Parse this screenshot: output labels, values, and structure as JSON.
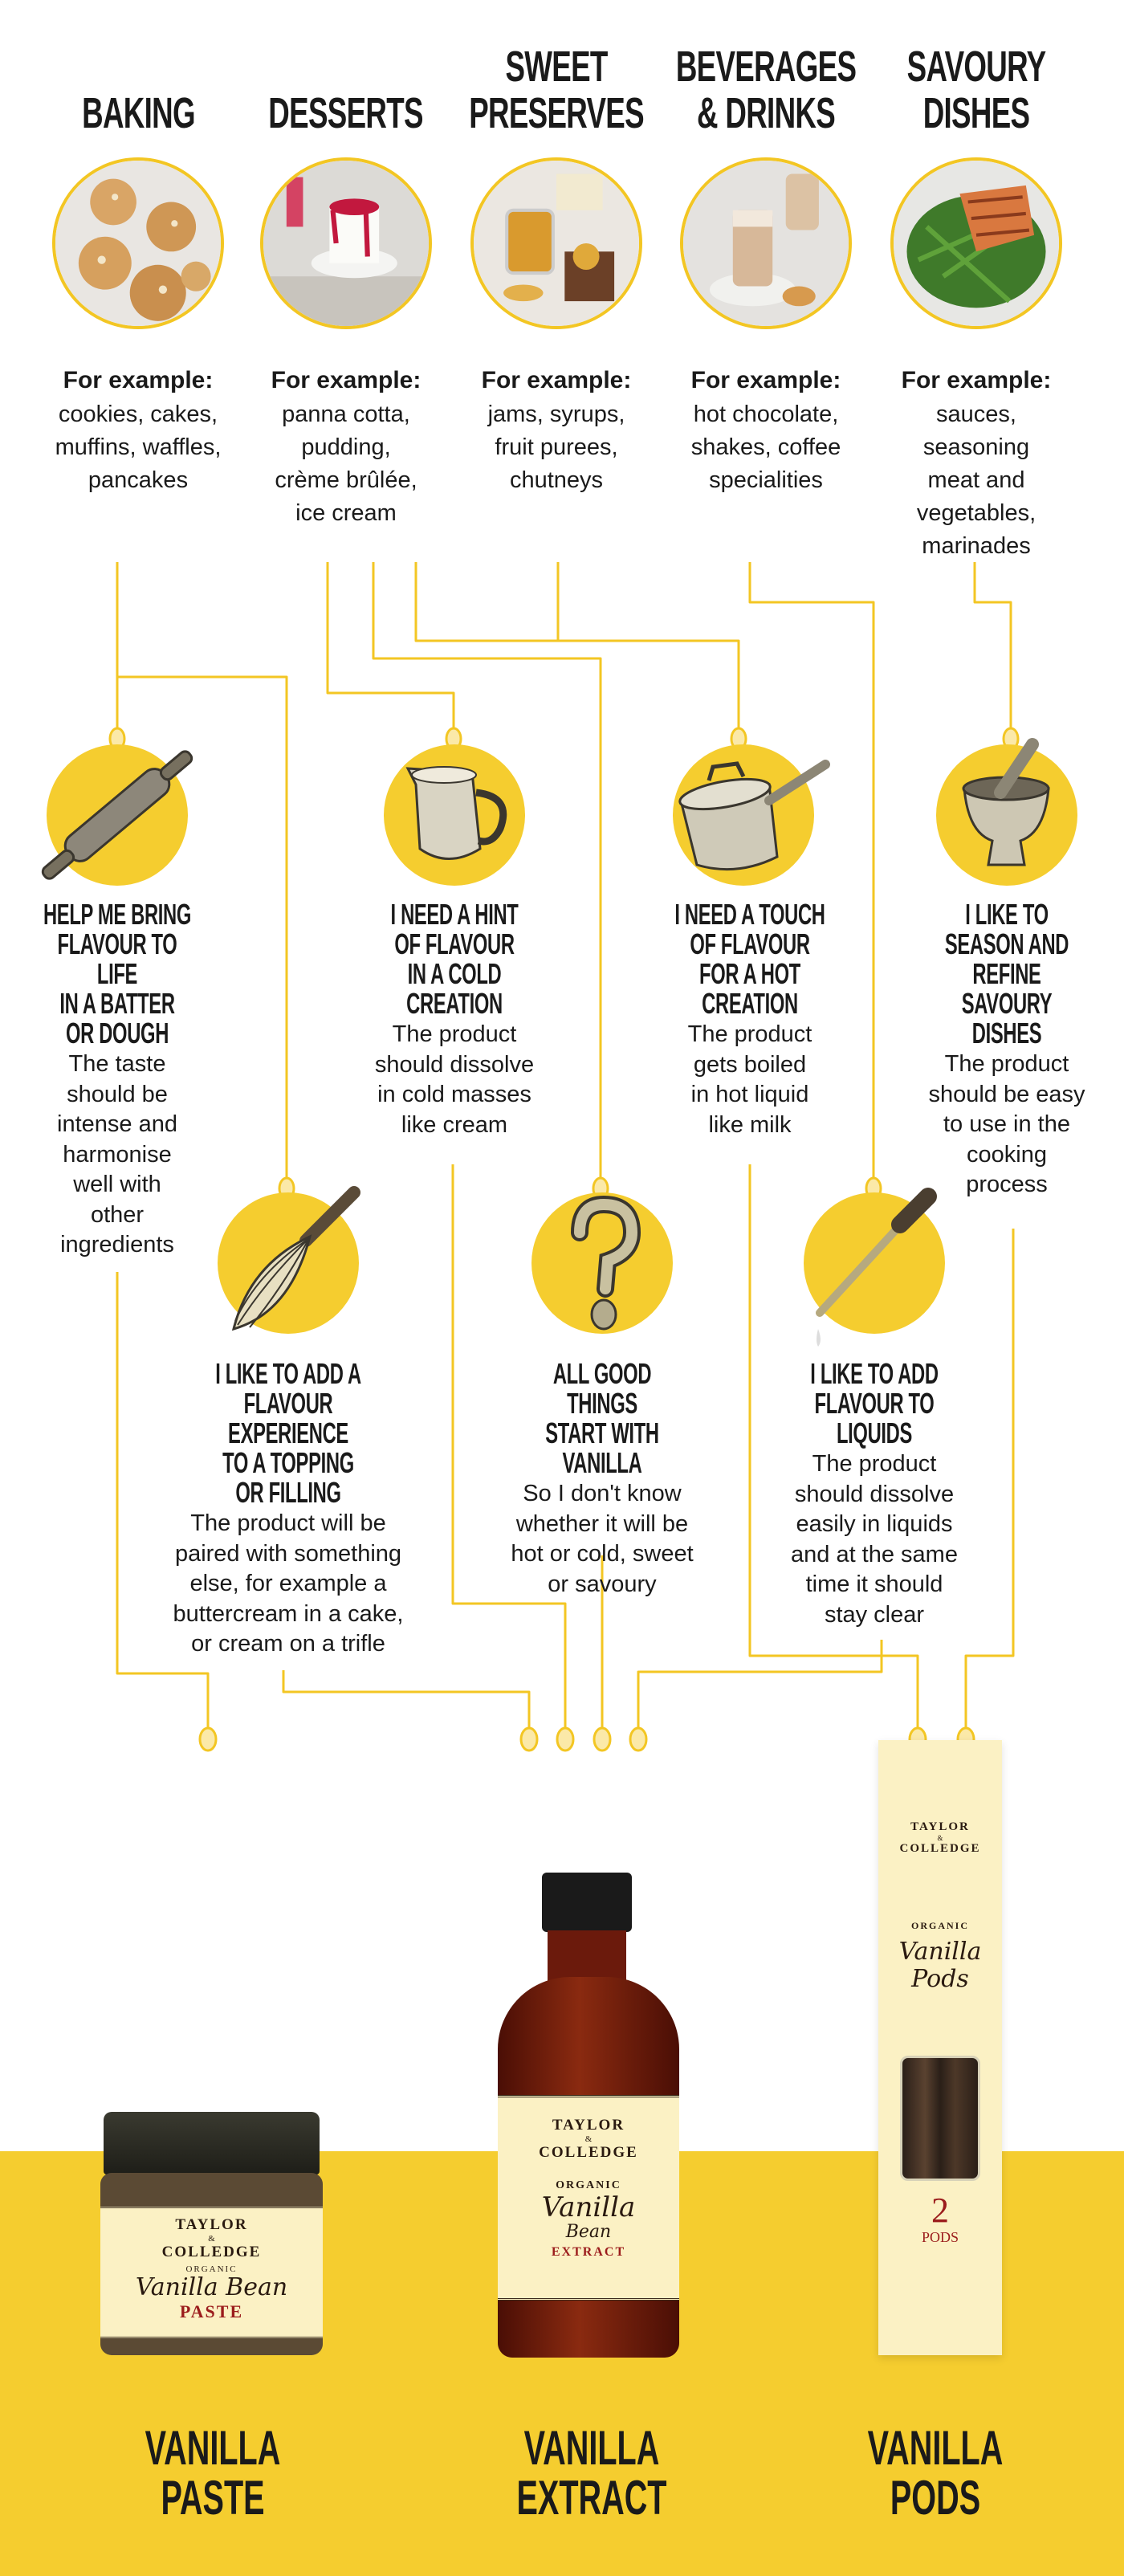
{
  "categories": [
    {
      "title": "BAKING",
      "example_label": "For example:",
      "examples": "cookies, cakes,\nmuffins, waffles,\npancakes",
      "image": "cookies-photo"
    },
    {
      "title": "DESSERTS",
      "example_label": "For example:",
      "examples": "panna cotta,\npudding,\ncrème brûlée,\nice cream",
      "image": "panna-cotta-photo"
    },
    {
      "title": "SWEET\nPRESERVES",
      "example_label": "For example:",
      "examples": "jams, syrups,\nfruit purees,\nchutneys",
      "image": "preserves-photo"
    },
    {
      "title": "BEVERAGES\n& DRINKS",
      "example_label": "For example:",
      "examples": "hot chocolate,\nshakes, coffee\nspecialities",
      "image": "beverages-photo"
    },
    {
      "title": "SAVOURY\nDISHES",
      "example_label": "For example:",
      "examples": "sauces,\nseasoning\nmeat and\nvegetables,\nmarinades",
      "image": "salmon-dish-photo"
    }
  ],
  "needs": [
    {
      "title": "HELP ME BRING\nFLAVOUR TO LIFE\nIN A BATTER\nOR DOUGH",
      "desc": "The taste\nshould be\nintense and\nharmonise\nwell with\nother\ningredients",
      "icon": "rolling-pin-icon"
    },
    {
      "title": "I NEED A HINT\nOF FLAVOUR\nIN A COLD\nCREATION",
      "desc": "The product\nshould dissolve\nin cold masses\nlike cream",
      "icon": "pitcher-icon"
    },
    {
      "title": "I NEED A TOUCH\nOF FLAVOUR\nFOR A HOT\nCREATION",
      "desc": "The product\ngets boiled\nin hot liquid\nlike milk",
      "icon": "saucepan-icon"
    },
    {
      "title": "I LIKE TO\nSEASON AND\nREFINE\nSAVOURY\nDISHES",
      "desc": "The product\nshould be easy\nto use in the\ncooking\nprocess",
      "icon": "mortar-pestle-icon"
    },
    {
      "title": "I LIKE TO ADD A\nFLAVOUR EXPERIENCE\nTO A TOPPING\nOR FILLING",
      "desc": "The product will be\npaired with something\nelse, for example a\nbuttercream in a cake,\nor cream on a trifle",
      "icon": "whisk-icon"
    },
    {
      "title": "ALL GOOD THINGS\nSTART WITH VANILLA",
      "desc": "So I don't know\nwhether it will be\nhot or cold, sweet\nor savoury",
      "icon": "question-mark-icon"
    },
    {
      "title": "I LIKE TO ADD\nFLAVOUR TO\nLIQUIDS",
      "desc": "The product\nshould dissolve\neasily in liquids\nand at the same\ntime it should\nstay clear",
      "icon": "dropper-icon"
    }
  ],
  "products": [
    {
      "name": "VANILLA\nPASTE",
      "brand_1": "TAYLOR",
      "brand_amp": "&",
      "brand_2": "COLLEDGE",
      "organic": "ORGANIC",
      "script": "Vanilla Bean",
      "type": "PASTE"
    },
    {
      "name": "VANILLA\nEXTRACT",
      "brand_1": "TAYLOR",
      "brand_amp": "&",
      "brand_2": "COLLEDGE",
      "organic": "ORGANIC",
      "script_1": "Vanilla",
      "script_2": "Bean",
      "type": "EXTRACT"
    },
    {
      "name": "VANILLA\nPODS",
      "brand_1": "TAYLOR",
      "brand_amp": "&",
      "brand_2": "COLLEDGE",
      "organic": "ORGANIC",
      "script_1": "Vanilla",
      "script_2": "Pods",
      "count": "2",
      "unit": "PODS"
    }
  ],
  "colors": {
    "accent_yellow": "#F5CD2F",
    "line_yellow": "#F3C623",
    "text": "#1a1a1a",
    "label_cream": "#FBF1C4",
    "label_red": "#9b1c1c"
  }
}
